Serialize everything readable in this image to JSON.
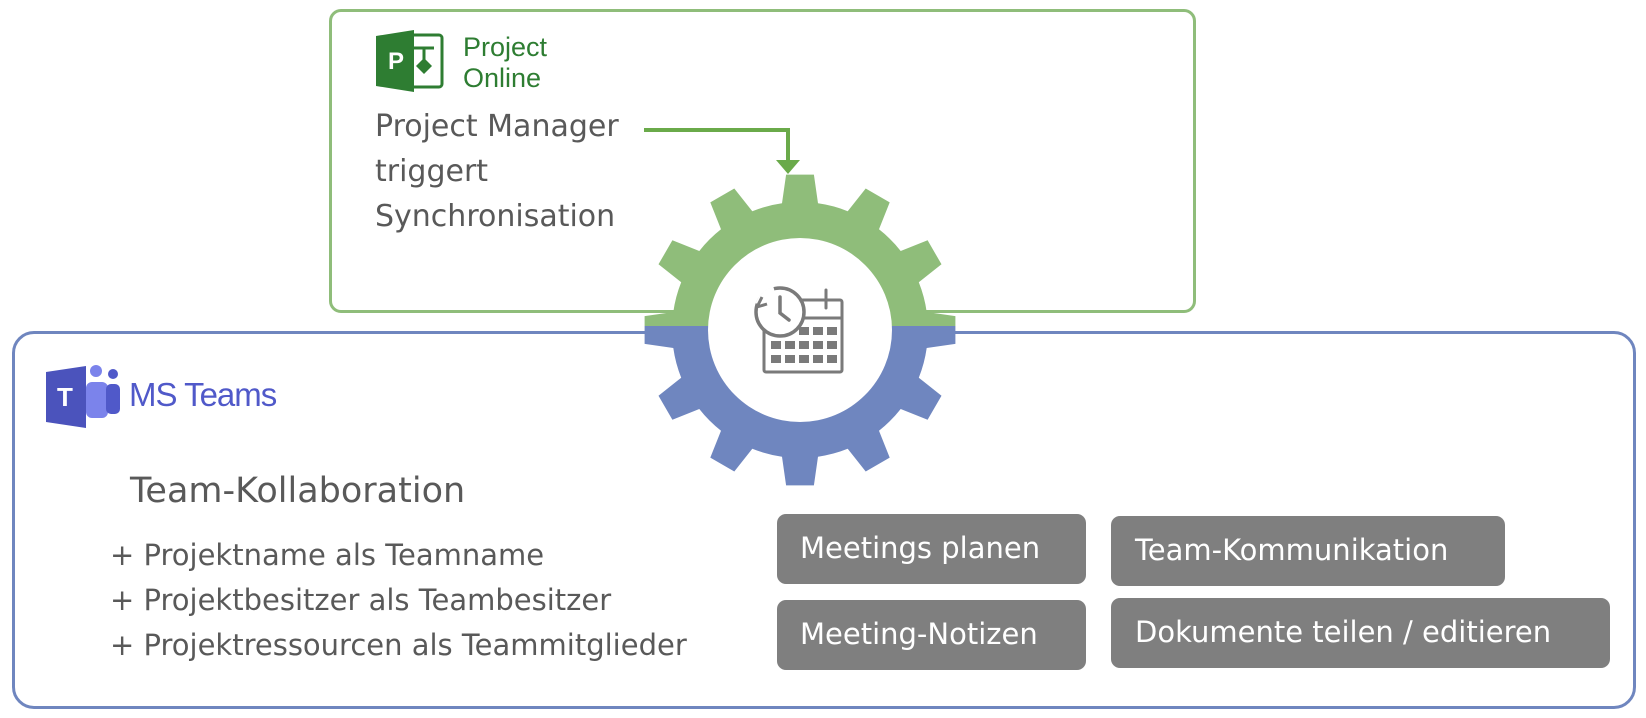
{
  "project_online": {
    "logo_letter": "P",
    "name_line1": "Project",
    "name_line2": "Online",
    "trigger_lines": [
      "Project Manager",
      "triggert",
      "Synchronisation"
    ],
    "accent_color": "#8fbd7a",
    "logo_color": "#2e7d32"
  },
  "sync": {
    "icon": "calendar-sync-icon",
    "gear_top_color": "#8fbd7a",
    "gear_bottom_color": "#6f86bf"
  },
  "ms_teams": {
    "logo_letter": "T",
    "name": "MS Teams",
    "accent_color": "#6f86bf",
    "logo_color": "#5059c9",
    "collab_title": "Team-Kollaboration",
    "bullets": [
      "+ Projektname als Teamname",
      "+ Projektbesitzer als Teambesitzer",
      "+ Projektressourcen als Teammitglieder"
    ],
    "features": [
      "Meetings planen",
      "Team-Kommunikation",
      "Meeting-Notizen",
      "Dokumente teilen / editieren"
    ]
  }
}
